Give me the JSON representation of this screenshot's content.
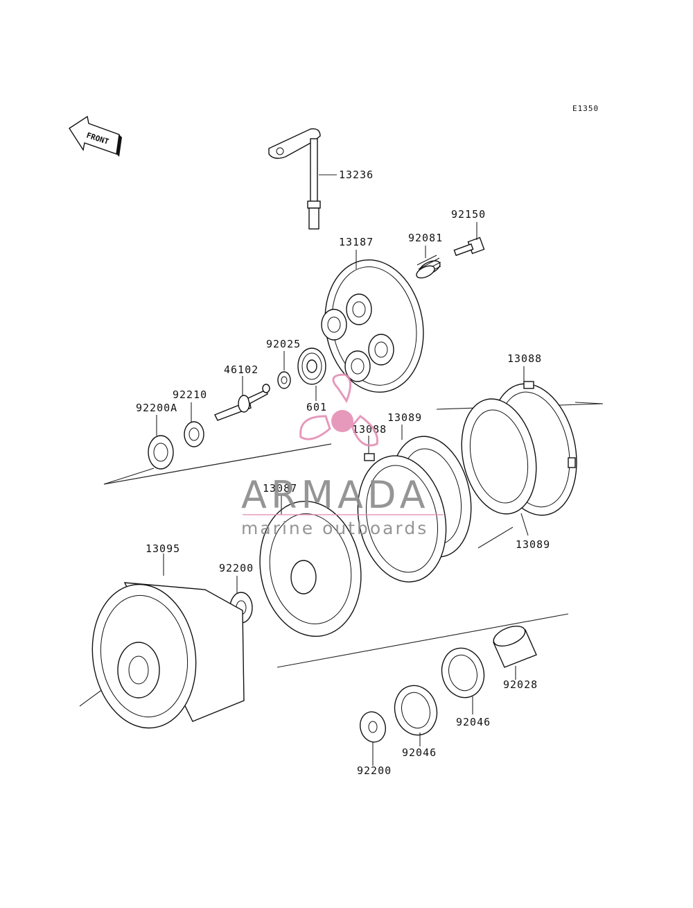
{
  "diagram_code": "E1350",
  "front_label": "FRONT",
  "watermark": {
    "brand": "ARMADA",
    "tagline": "marine outboards",
    "logo_icon": "propeller-logo-icon",
    "brand_color": "#e48fb4",
    "text_color": "#8a8a8a"
  },
  "parts": {
    "p13236": "13236",
    "p92150": "92150",
    "p92081": "92081",
    "p13187": "13187",
    "p92025": "92025",
    "p46102": "46102",
    "p92210": "92210",
    "p92200A": "92200A",
    "p601": "601",
    "p13088_top": "13088",
    "p13089_top": "13089",
    "p13088_mid": "13088",
    "p13087": "13087",
    "p13089_right": "13089",
    "p13095": "13095",
    "p92200_washer": "92200",
    "p92028": "92028",
    "p92046_right": "92046",
    "p92046_left": "92046",
    "p92200_bottom": "92200"
  }
}
